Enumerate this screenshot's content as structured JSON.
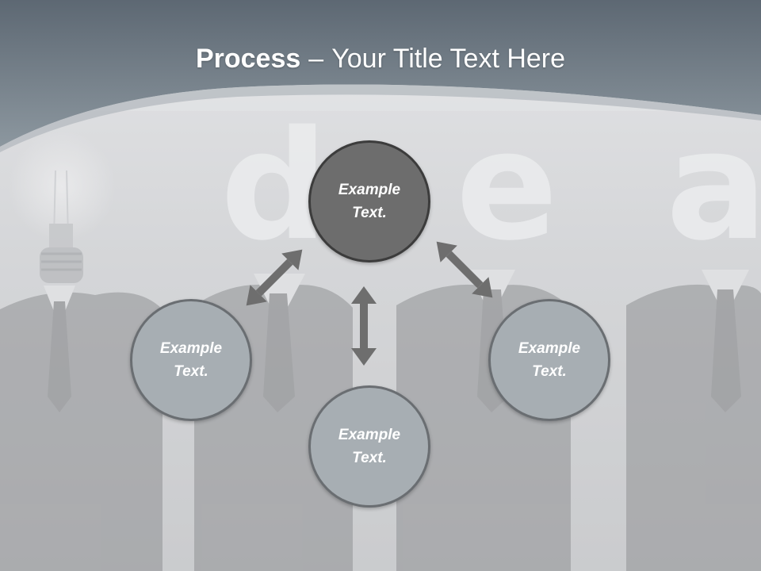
{
  "title": {
    "bold": "Process",
    "separator": "–",
    "rest": "Your Title Text Here"
  },
  "background": {
    "letters": [
      "d",
      "e",
      "a"
    ]
  },
  "nodes": {
    "center": "Example Text.",
    "left": "Example Text.",
    "bottom": "Example Text.",
    "right": "Example Text."
  },
  "colors": {
    "header": "#7f8a93",
    "center_node": "#6d6d6d",
    "outer_node": "#a7aeb3",
    "arrow": "#6e6e6e"
  }
}
